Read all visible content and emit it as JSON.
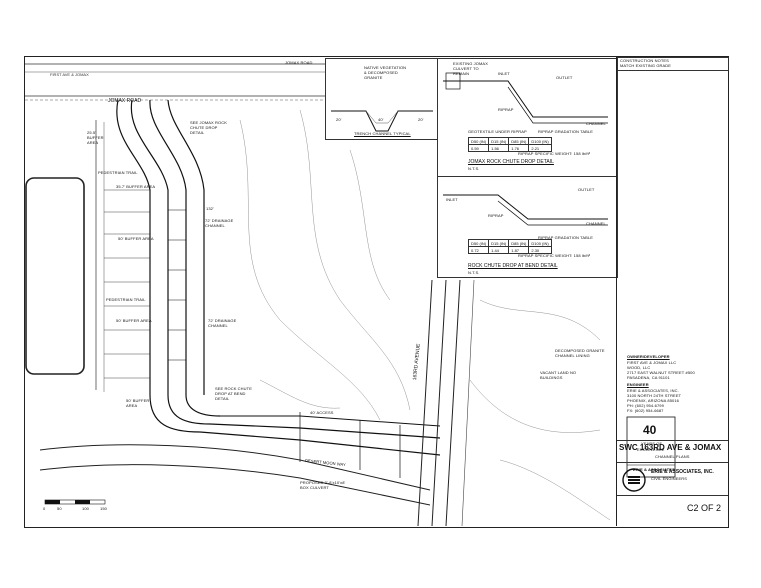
{
  "construction_notes": {
    "header": "CONSTRUCTION NOTES",
    "item": "MATCH EXISTING GRADE"
  },
  "plan_labels": {
    "jomax_road": "JOMAX ROAD",
    "buffer_area_top": "25.5' BUFFER AREA",
    "see_rock_chute": "SEE JOMAX ROCK CHUTE DROP DETAIL",
    "pedestrian_trail_1": "PEDESTRIAN TRAIL",
    "buffer_35": "35.7' BUFFER AREA",
    "drainage_channel_1": "72' DRAINAGE CHANNEL",
    "buffer_50_1": "50' BUFFER AREA",
    "pedestrian_trail_2": "PEDESTRIAN TRAIL",
    "buffer_50_2": "50' BUFFER AREA",
    "drainage_channel_2": "72' DRAINAGE CHANNEL",
    "see_rock_chute_bend": "SEE ROCK CHUTE DROP AT BEND DETAIL",
    "buffer_50_3": "50' BUFFER AREA",
    "access": "40' ACCESS",
    "desert_moon_way": "DESERT MOON WAY",
    "proposed_box": "PROPOSED 3'-8'x10'x8' BOX CULVERT",
    "avenue": "163RD AVENUE",
    "decomposed_granite": "DECOMPOSED GRANITE CHANNEL LINING",
    "vacant": "VACANT LAND NO BUILDINGS",
    "dim_132": "132'"
  },
  "details": {
    "trench_title": "TRENCH CHANNEL TYPICAL",
    "trench_note": "NATIVE VEGETATION & DECOMPOSED GRANITE",
    "trench_dims": [
      "20'",
      "40'",
      "20'"
    ],
    "jomax_title": "JOMAX ROCK CHUTE DROP DETAIL",
    "jomax_nts": "N.T.S.",
    "jomax_labels": [
      "EXISTING JOMAX CULVERT TO REMAIN",
      "INLET",
      "OUTLET",
      "RIPRAP",
      "GEOTEXTILE UNDER RIPRAP",
      "CHANNEL"
    ],
    "jomax_table_header": "RIPRAP GRADATION TABLE",
    "jomax_table": [
      [
        "D50 (IN)",
        "D15 (IN)",
        "D85 (IN)",
        "D100 (IN)"
      ],
      [
        "0.59",
        "1.56",
        "1.76",
        "2.21"
      ]
    ],
    "jomax_sg": "RIPRAP SPECIFIC WEIGHT: 158 lb/ft³",
    "bend_title": "ROCK CHUTE DROP AT BEND DETAIL",
    "bend_nts": "N.T.S.",
    "bend_table_header": "RIPRAP GRADATION TABLE",
    "bend_table": [
      [
        "D50 (IN)",
        "D15 (IN)",
        "D85 (IN)",
        "D100 (IN)"
      ],
      [
        "0.72",
        "1.44",
        "1.87",
        "2.30"
      ]
    ],
    "bend_sg": "RIPRAP SPECIFIC WEIGHT: 158 lb/ft³"
  },
  "title_block": {
    "owner_header": "OWNER/DEVELOPER",
    "owner_lines": [
      "FIRST AVE & JOMAX LLC",
      "WOOD, LLC",
      "2717 EAST WALNUT STREET #500",
      "PASADENA, CA 91101"
    ],
    "engineer_header": "ENGINEER",
    "engineer_lines": [
      "ERIE & ASSOCIATES, INC.",
      "3100 NORTH 24TH STREET",
      "PHOENIX, ARIZONA 85016",
      "PH: (602) 954-6799",
      "FX: (602) 954-6687"
    ],
    "badge_years": "40",
    "badge_line1": "YEARS OF",
    "badge_line2": "EXCELLENCE",
    "badge_firm": "ERIE & ASSOCIATES",
    "project_title": "SWC 163RD AVE & JOMAX",
    "sheet_subtitle": "CHANNEL PLANS",
    "firm_name": "ERIE & ASSOCIATES, INC.",
    "firm_sub": "CIVIL ENGINEERS",
    "sheet_number": "C2 OF 2"
  },
  "scale_bar": [
    "0",
    "50",
    "100",
    "150"
  ]
}
